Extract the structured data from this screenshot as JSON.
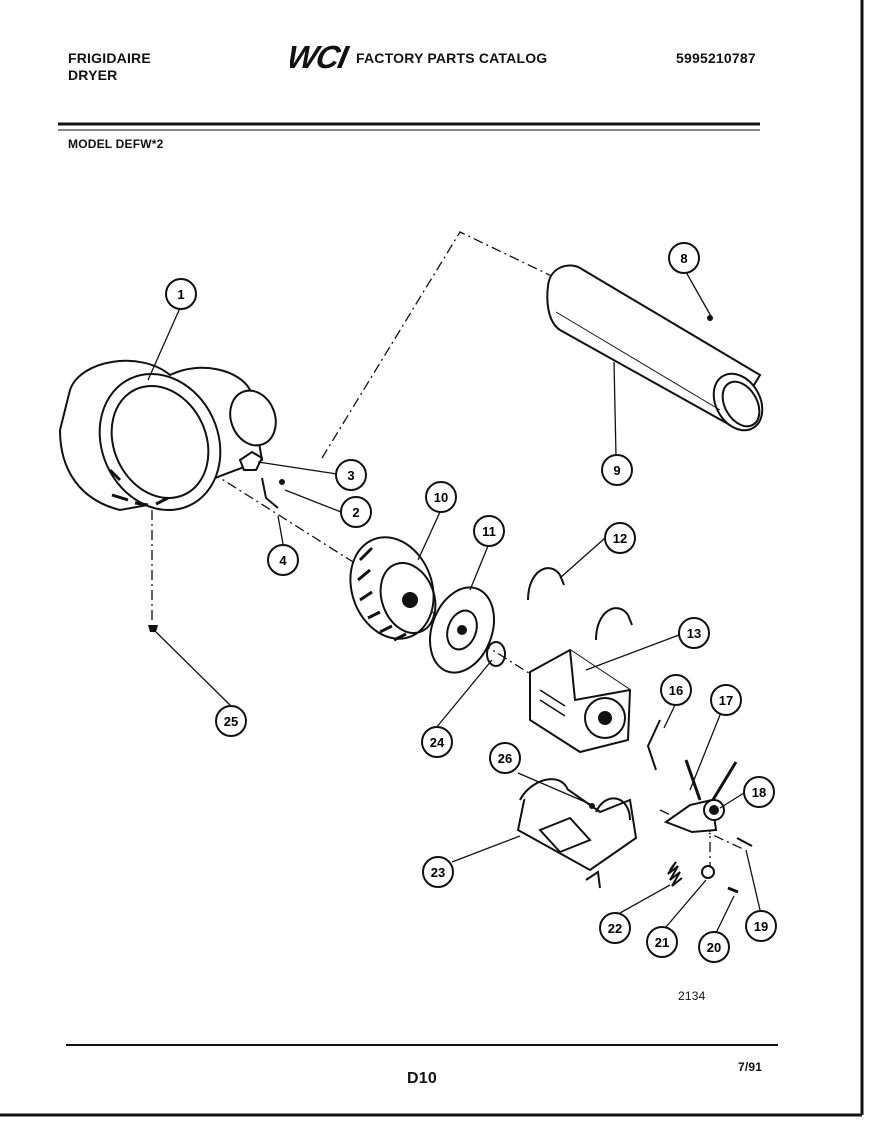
{
  "header": {
    "brand_line1": "FRIGIDAIRE",
    "brand_line2": "DRYER",
    "logo_text": "WCI",
    "catalog_title": "FACTORY PARTS CATALOG",
    "catalog_number": "5995210787",
    "model": "MODEL DEFW*2"
  },
  "figure": {
    "figure_number": "2134",
    "part_callouts": [
      "1",
      "2",
      "3",
      "4",
      "8",
      "9",
      "10",
      "11",
      "12",
      "13",
      "16",
      "17",
      "18",
      "19",
      "20",
      "21",
      "22",
      "23",
      "24",
      "25",
      "26"
    ]
  },
  "footer": {
    "page_id": "D10",
    "date": "7/91"
  }
}
